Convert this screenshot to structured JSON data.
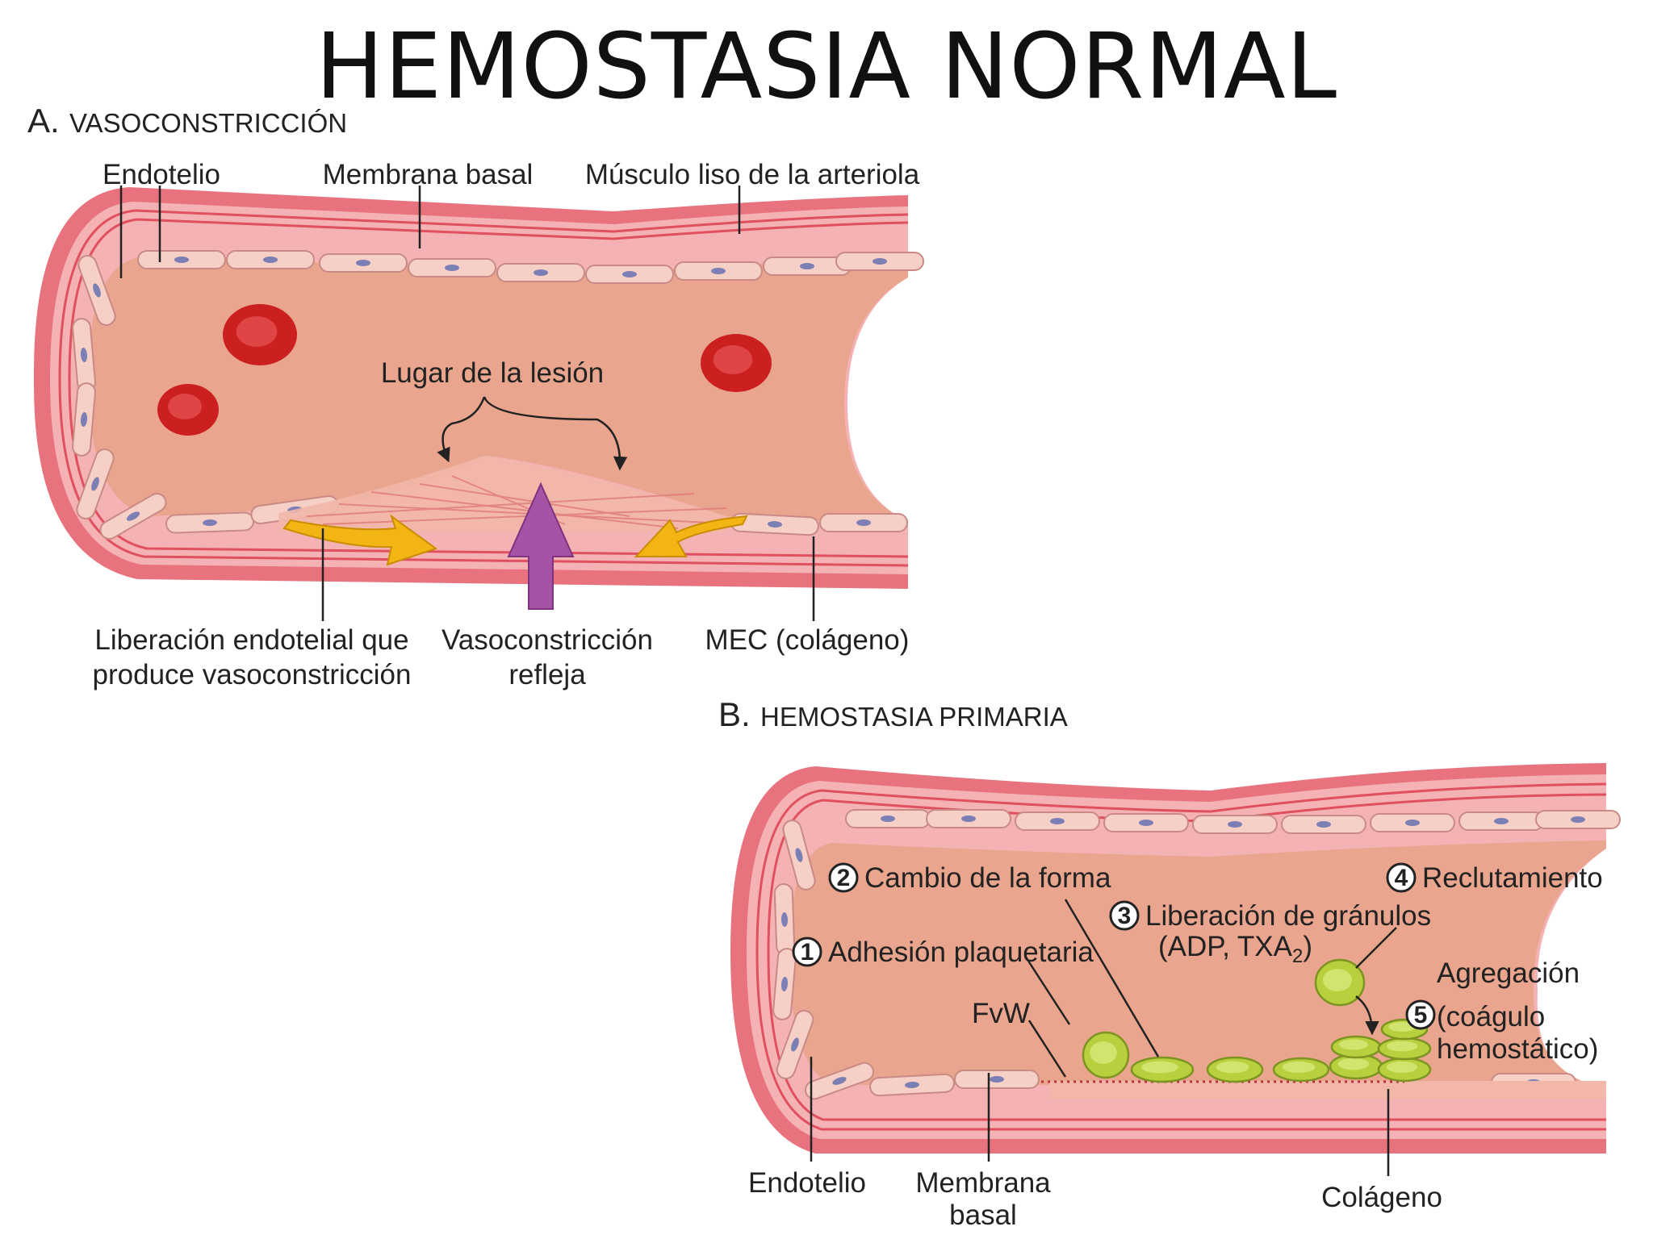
{
  "title": "HEMOSTASIA NORMAL",
  "colors": {
    "vessel_wall": "#e8737e",
    "vessel_wall_light": "#f4b2b4",
    "lumen": "#e9a58d",
    "endothelial_cell": "#f6d0c6",
    "nucleus": "#7b7fb4",
    "rbc": "#cc2020",
    "platelet": "#b8cf3e",
    "yellow_arrow": "#f2b514",
    "purple_arrow": "#a653a6"
  },
  "panel_a": {
    "letter": "A.",
    "name": "VASOCONSTRICCIÓN",
    "labels": {
      "endotelio": "Endotelio",
      "membrana_basal": "Membrana basal",
      "musculo_liso": "Músculo liso de la arteriola",
      "lugar_lesion": "Lugar de la lesión",
      "liberacion_1": "Liberación endotelial que",
      "liberacion_2": "produce vasoconstricción",
      "vasoconstriccion_1": "Vasoconstricción",
      "vasoconstriccion_2": "refleja",
      "mec": "MEC (colágeno)"
    }
  },
  "panel_b": {
    "letter": "B.",
    "name": "HEMOSTASIA PRIMARIA",
    "steps": [
      {
        "num": "1",
        "label": "Adhesión plaquetaria"
      },
      {
        "num": "2",
        "label": "Cambio de la forma"
      },
      {
        "num": "3",
        "label": "Liberación de gránulos"
      },
      {
        "num": "4",
        "label": "Reclutamiento"
      },
      {
        "num": "5",
        "label": "Agregación"
      }
    ],
    "labels": {
      "adp_txa": "(ADP, TXA",
      "adp_sub": "2",
      "adp_close": ")",
      "coagulo_1": "(coágulo",
      "coagulo_2": "hemostático)",
      "fvw": "FvW",
      "endotelio": "Endotelio",
      "membrana_1": "Membrana",
      "membrana_2": "basal",
      "colageno": "Colágeno"
    }
  }
}
